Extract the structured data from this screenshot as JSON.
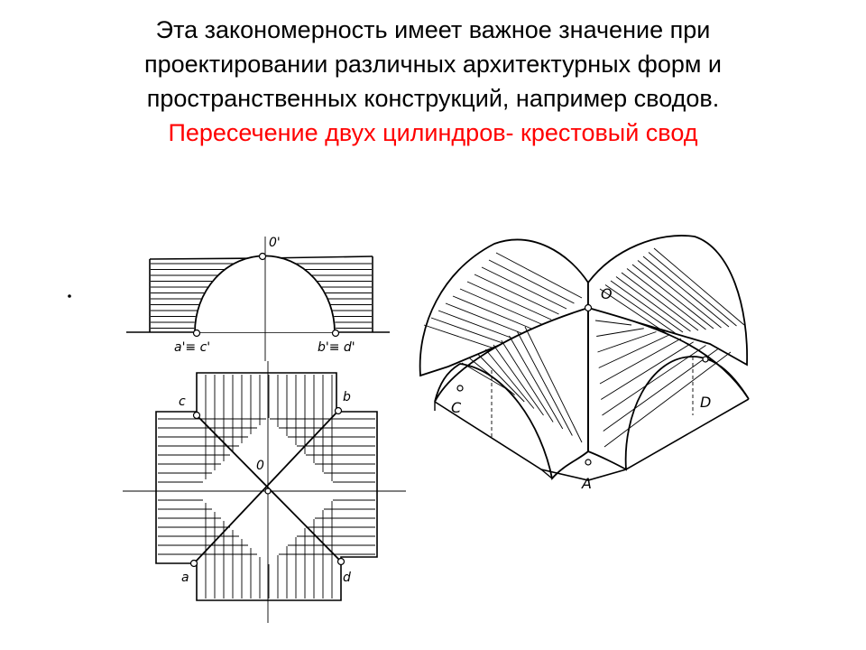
{
  "heading": {
    "line1": "Эта закономерность имеет важное значение при",
    "line2": "проектировании различных архитектурных форм и",
    "line3": "пространственных конструкций, например сводов.",
    "subtitle": "Пересечение двух цилиндров- крестовый свод",
    "text_color": "#000000",
    "subtitle_color": "#ff0000"
  },
  "front_view": {
    "label_top": "0'",
    "label_left": "a'≡ c'",
    "label_right": "b'≡ d'"
  },
  "plan_view": {
    "label_c": "c",
    "label_b": "b",
    "label_center": "0",
    "label_a": "a",
    "label_d": "d"
  },
  "axonometric": {
    "label_o": "O",
    "label_c": "C",
    "label_d": "D",
    "label_a": "A"
  }
}
